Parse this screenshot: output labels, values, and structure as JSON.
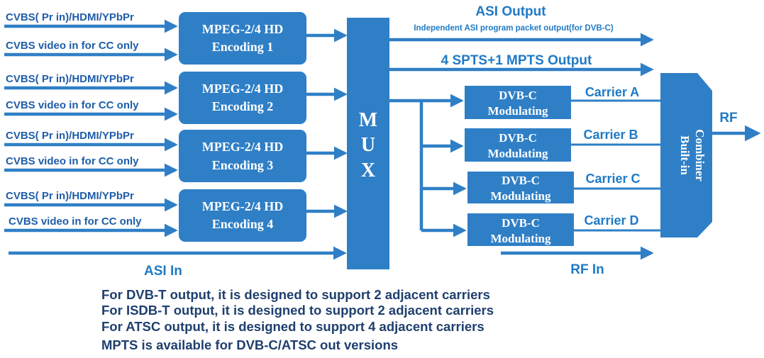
{
  "inputs": {
    "hd_input": "CVBS( Pr in)/HDMI/YPbPr",
    "cc_input": "CVBS video in for CC only",
    "asi_in": "ASI In"
  },
  "encoders": [
    {
      "line1": "MPEG-2/4 HD",
      "line2": "Encoding 1"
    },
    {
      "line1": "MPEG-2/4 HD",
      "line2": "Encoding 2"
    },
    {
      "line1": "MPEG-2/4 HD",
      "line2": "Encoding 3"
    },
    {
      "line1": "MPEG-2/4 HD",
      "line2": "Encoding 4"
    }
  ],
  "mux": {
    "letters": [
      "M",
      "U",
      "X"
    ]
  },
  "outputs": {
    "asi_output": "ASI Output",
    "asi_sub": "Independent ASI program packet output(for DVB-C)",
    "spts_output": "4 SPTS+1 MPTS Output",
    "rf": "RF",
    "rf_in": "RF In"
  },
  "modulators": [
    {
      "line1": "DVB-C",
      "line2": "Modulating",
      "carrier": "Carrier A"
    },
    {
      "line1": "DVB-C",
      "line2": "Modulating",
      "carrier": "Carrier B"
    },
    {
      "line1": "DVB-C",
      "line2": "Modulating",
      "carrier": "Carrier C"
    },
    {
      "line1": "DVB-C",
      "line2": "Modulating",
      "carrier": "Carrier D"
    }
  ],
  "combiner": {
    "line1": "Built-in",
    "line2": "Combiner"
  },
  "notes": [
    "For DVB-T output, it is designed to support 2 adjacent carriers",
    "For ISDB-T output, it is designed to support 2 adjacent carriers",
    "For ATSC output, it is designed to support 4 adjacent carriers",
    "MPTS is available for DVB-C/ATSC out versions"
  ],
  "colors": {
    "block": "#2f7fc6",
    "label_blue": "#1f7ac6",
    "note_text": "#1f3f6e"
  }
}
